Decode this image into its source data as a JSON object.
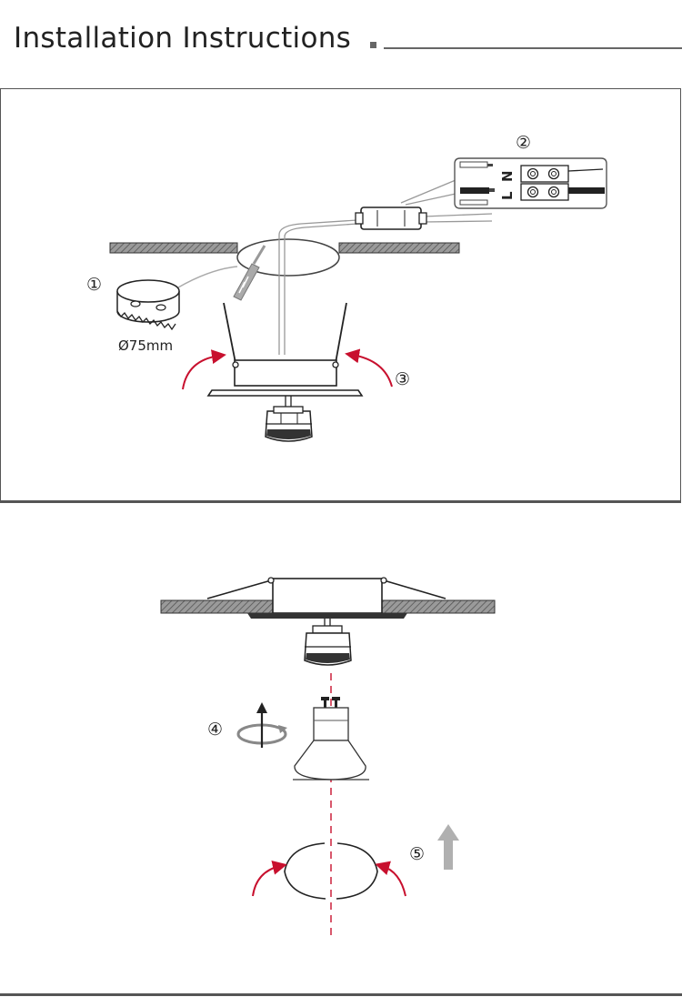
{
  "header": {
    "title": "Installation Instructions"
  },
  "steps": {
    "s1": "①",
    "s2": "②",
    "s3": "③",
    "s4": "④",
    "s5": "⑤"
  },
  "hole_size": "Ø75mm",
  "terminal": {
    "n": "N",
    "l": "L"
  },
  "colors": {
    "arrow_red": "#c8102e",
    "line_dark": "#222222",
    "ceiling_fill": "#8a8a8a",
    "guide_gray": "#b0b0b0"
  },
  "icons": [
    "hole-saw-icon",
    "screwdriver-icon",
    "terminal-block-icon",
    "driver-box-icon",
    "gu10-bulb-icon",
    "rotate-icon",
    "up-arrow-icon",
    "retaining-clip-icon"
  ]
}
